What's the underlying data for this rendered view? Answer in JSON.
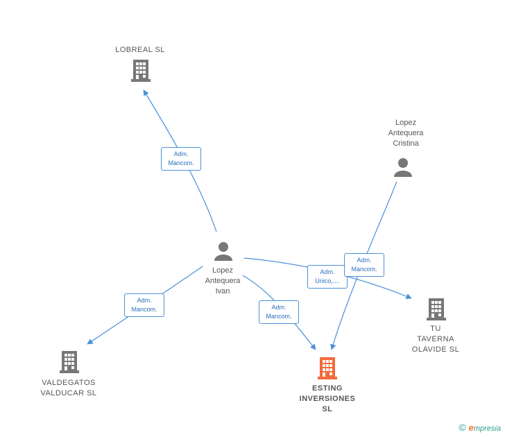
{
  "colors": {
    "edge": "#4a90d9",
    "company": "#777777",
    "person": "#777777",
    "focus": "#f26b3a"
  },
  "nodes": {
    "lobreal": {
      "label": "LOBREAL  SL",
      "icon": "building-icon"
    },
    "valdegatos": {
      "label": "VALDEGATOS\nVALDUCAR SL",
      "icon": "building-icon"
    },
    "esting": {
      "label": "ESTING\nINVERSIONES\nSL",
      "icon": "building-icon"
    },
    "tu_taverna": {
      "label": "TU\nTAVERNA\nOLAVIDE  SL",
      "icon": "building-icon"
    },
    "lopez_ivan": {
      "label": "Lopez\nAntequera\nIvan",
      "icon": "person-icon"
    },
    "lopez_cristina": {
      "label": "Lopez\nAntequera\nCristina",
      "icon": "person-icon"
    }
  },
  "edges": {
    "ivan_lobreal": "Adm.\nMancom.",
    "ivan_valdegatos": "Adm.\nMancom.",
    "ivan_esting": "Adm.\nMancom.",
    "ivan_tu_taverna": "Adm.\nUnico,....",
    "cristina_esting": "Adm.\nMancom."
  },
  "footer": {
    "copyright": "©",
    "brand_initial": "e",
    "brand_rest": "mpresia"
  }
}
